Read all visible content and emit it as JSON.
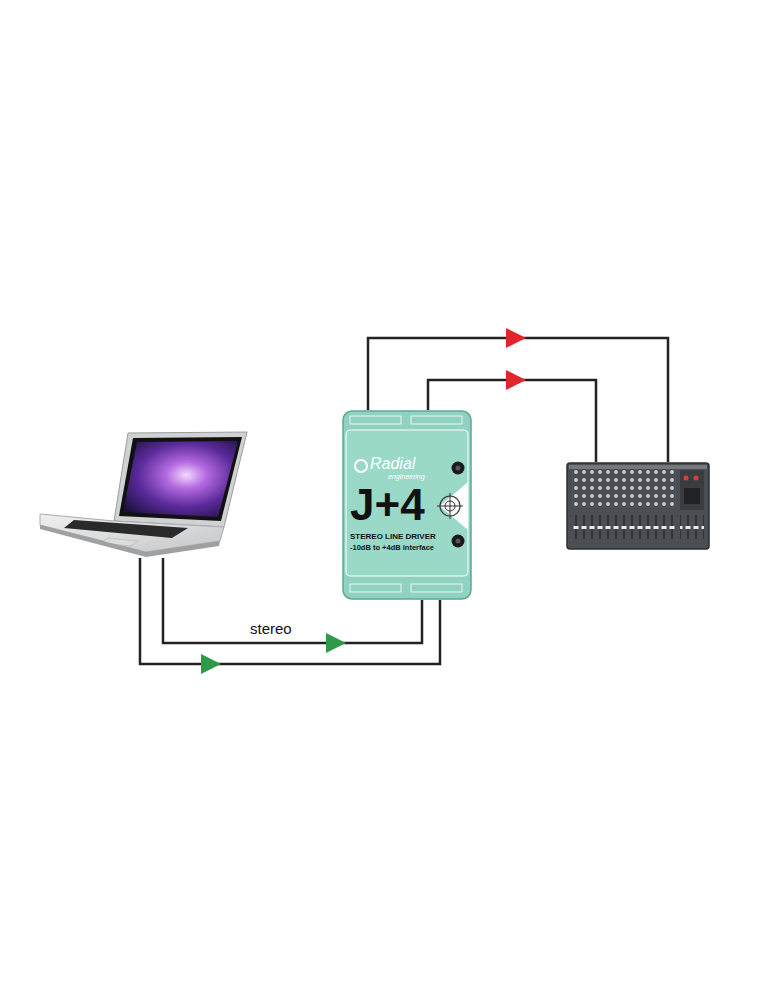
{
  "diagram": {
    "nodes": [
      {
        "text": []
      },
      {
        "text": [
          "Radial",
          "engineering",
          "J+4",
          "STEREO LINE DRIVER",
          "-10dB to +4dB interface"
        ]
      },
      {
        "text": []
      }
    ],
    "edges": [
      {
        "from": 0,
        "to": 1,
        "arrow": "to",
        "label": "stereo"
      },
      {
        "from": 0,
        "to": 1,
        "arrow": "to"
      },
      {
        "from": 1,
        "to": 2,
        "arrow": "to"
      },
      {
        "from": 1,
        "to": 2,
        "arrow": "to"
      }
    ]
  }
}
